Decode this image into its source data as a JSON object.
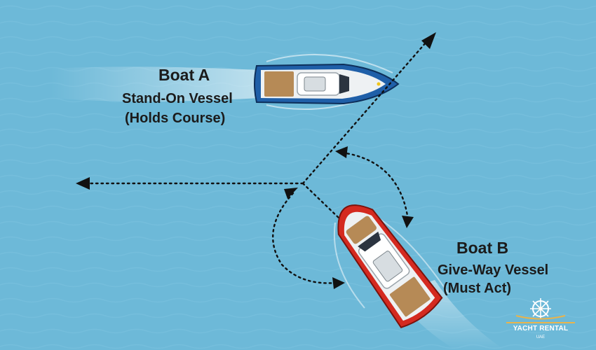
{
  "boat_a": {
    "name": "Boat A",
    "role": "Stand-On Vessel",
    "action": "(Holds Course)",
    "hull_color": "#1f5fa8"
  },
  "boat_b": {
    "name": "Boat B",
    "role": "Give-Way Vessel",
    "action": "(Must Act)",
    "hull_color": "#d42a20"
  },
  "water_color": "#6db9d8",
  "logo": {
    "text": "YACHT RENTAL",
    "sub": "UAE",
    "icon": "yacht-wheel-icon"
  }
}
